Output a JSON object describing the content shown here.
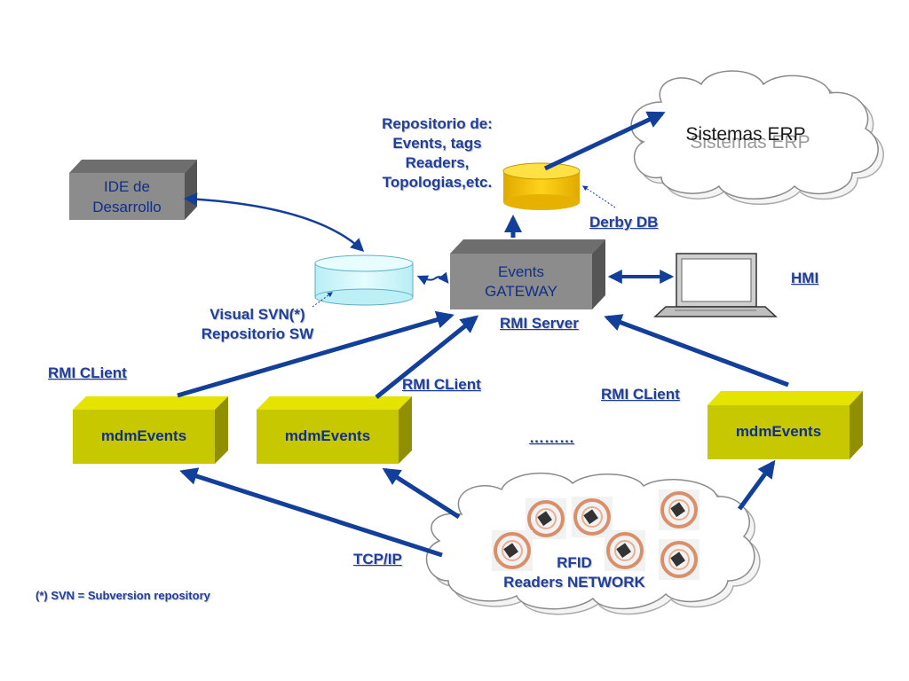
{
  "ide": {
    "line1": "IDE de",
    "line2": "Desarrollo"
  },
  "repo": {
    "line1": "Repositorio de:",
    "line2": "Events, tags",
    "line3": "Readers,",
    "line4": "Topologias,etc."
  },
  "erp": {
    "label": "Sistemas ERP"
  },
  "derby": {
    "label": "Derby DB"
  },
  "gateway": {
    "line1": "Events",
    "line2": "GATEWAY"
  },
  "hmi": {
    "label": "HMI"
  },
  "svn": {
    "line1": "Visual SVN(*)",
    "line2": "Repositorio SW"
  },
  "rmi_server": {
    "label": "RMI Server"
  },
  "rmi_client_left": {
    "label": "RMI  CLient"
  },
  "rmi_client_mid": {
    "label": "RMI  CLient"
  },
  "rmi_client_right": {
    "label": "RMI  CLient"
  },
  "mdm": {
    "box1": "mdmEvents",
    "box2": "mdmEvents",
    "box3": "mdmEvents"
  },
  "ellipsis": {
    "label": "………"
  },
  "tcpip": {
    "label": "TCP/IP"
  },
  "rfid": {
    "line1": "RFID",
    "line2": "Readers NETWORK"
  },
  "footnote": {
    "label": "(*) SVN = Subversion repository"
  },
  "colors": {
    "arrow": "#123f99",
    "label": "#1f3f99",
    "gray_box": "#8c8c8c",
    "olive_box": "#c8c800",
    "cylinder_gold": "#f5c400",
    "cylinder_cyan": "#cff6fb"
  }
}
